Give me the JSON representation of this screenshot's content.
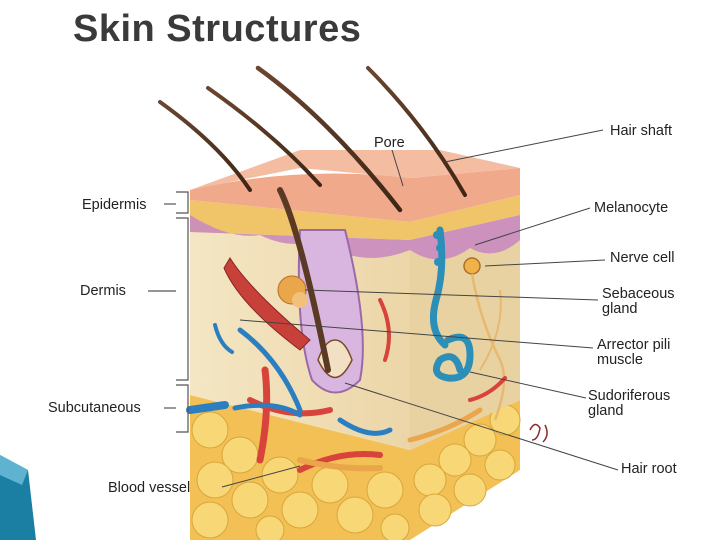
{
  "title": "Skin Structures",
  "labels": {
    "pore": "Pore",
    "hair_shaft": "Hair shaft",
    "epidermis": "Epidermis",
    "melanocyte": "Melanocyte",
    "nerve_cell": "Nerve cell",
    "dermis": "Dermis",
    "sebaceous_gland_1": "Sebaceous",
    "sebaceous_gland_2": "gland",
    "arrector_pili_1": "Arrector pili",
    "arrector_pili_2": "muscle",
    "subcutaneous": "Subcutaneous",
    "sudoriferous_1": "Sudoriferous",
    "sudoriferous_2": "gland",
    "hair_root": "Hair root",
    "blood_vessel": "Blood vessel"
  },
  "colors": {
    "epidermis": "#f2b79a",
    "dermis": "#f1dfb8",
    "subcutaneous_fat": "#f5c65a",
    "sweat_gland": "#2b8fb8",
    "blood_red": "#d8443c",
    "accent": "#1a7fa3"
  }
}
